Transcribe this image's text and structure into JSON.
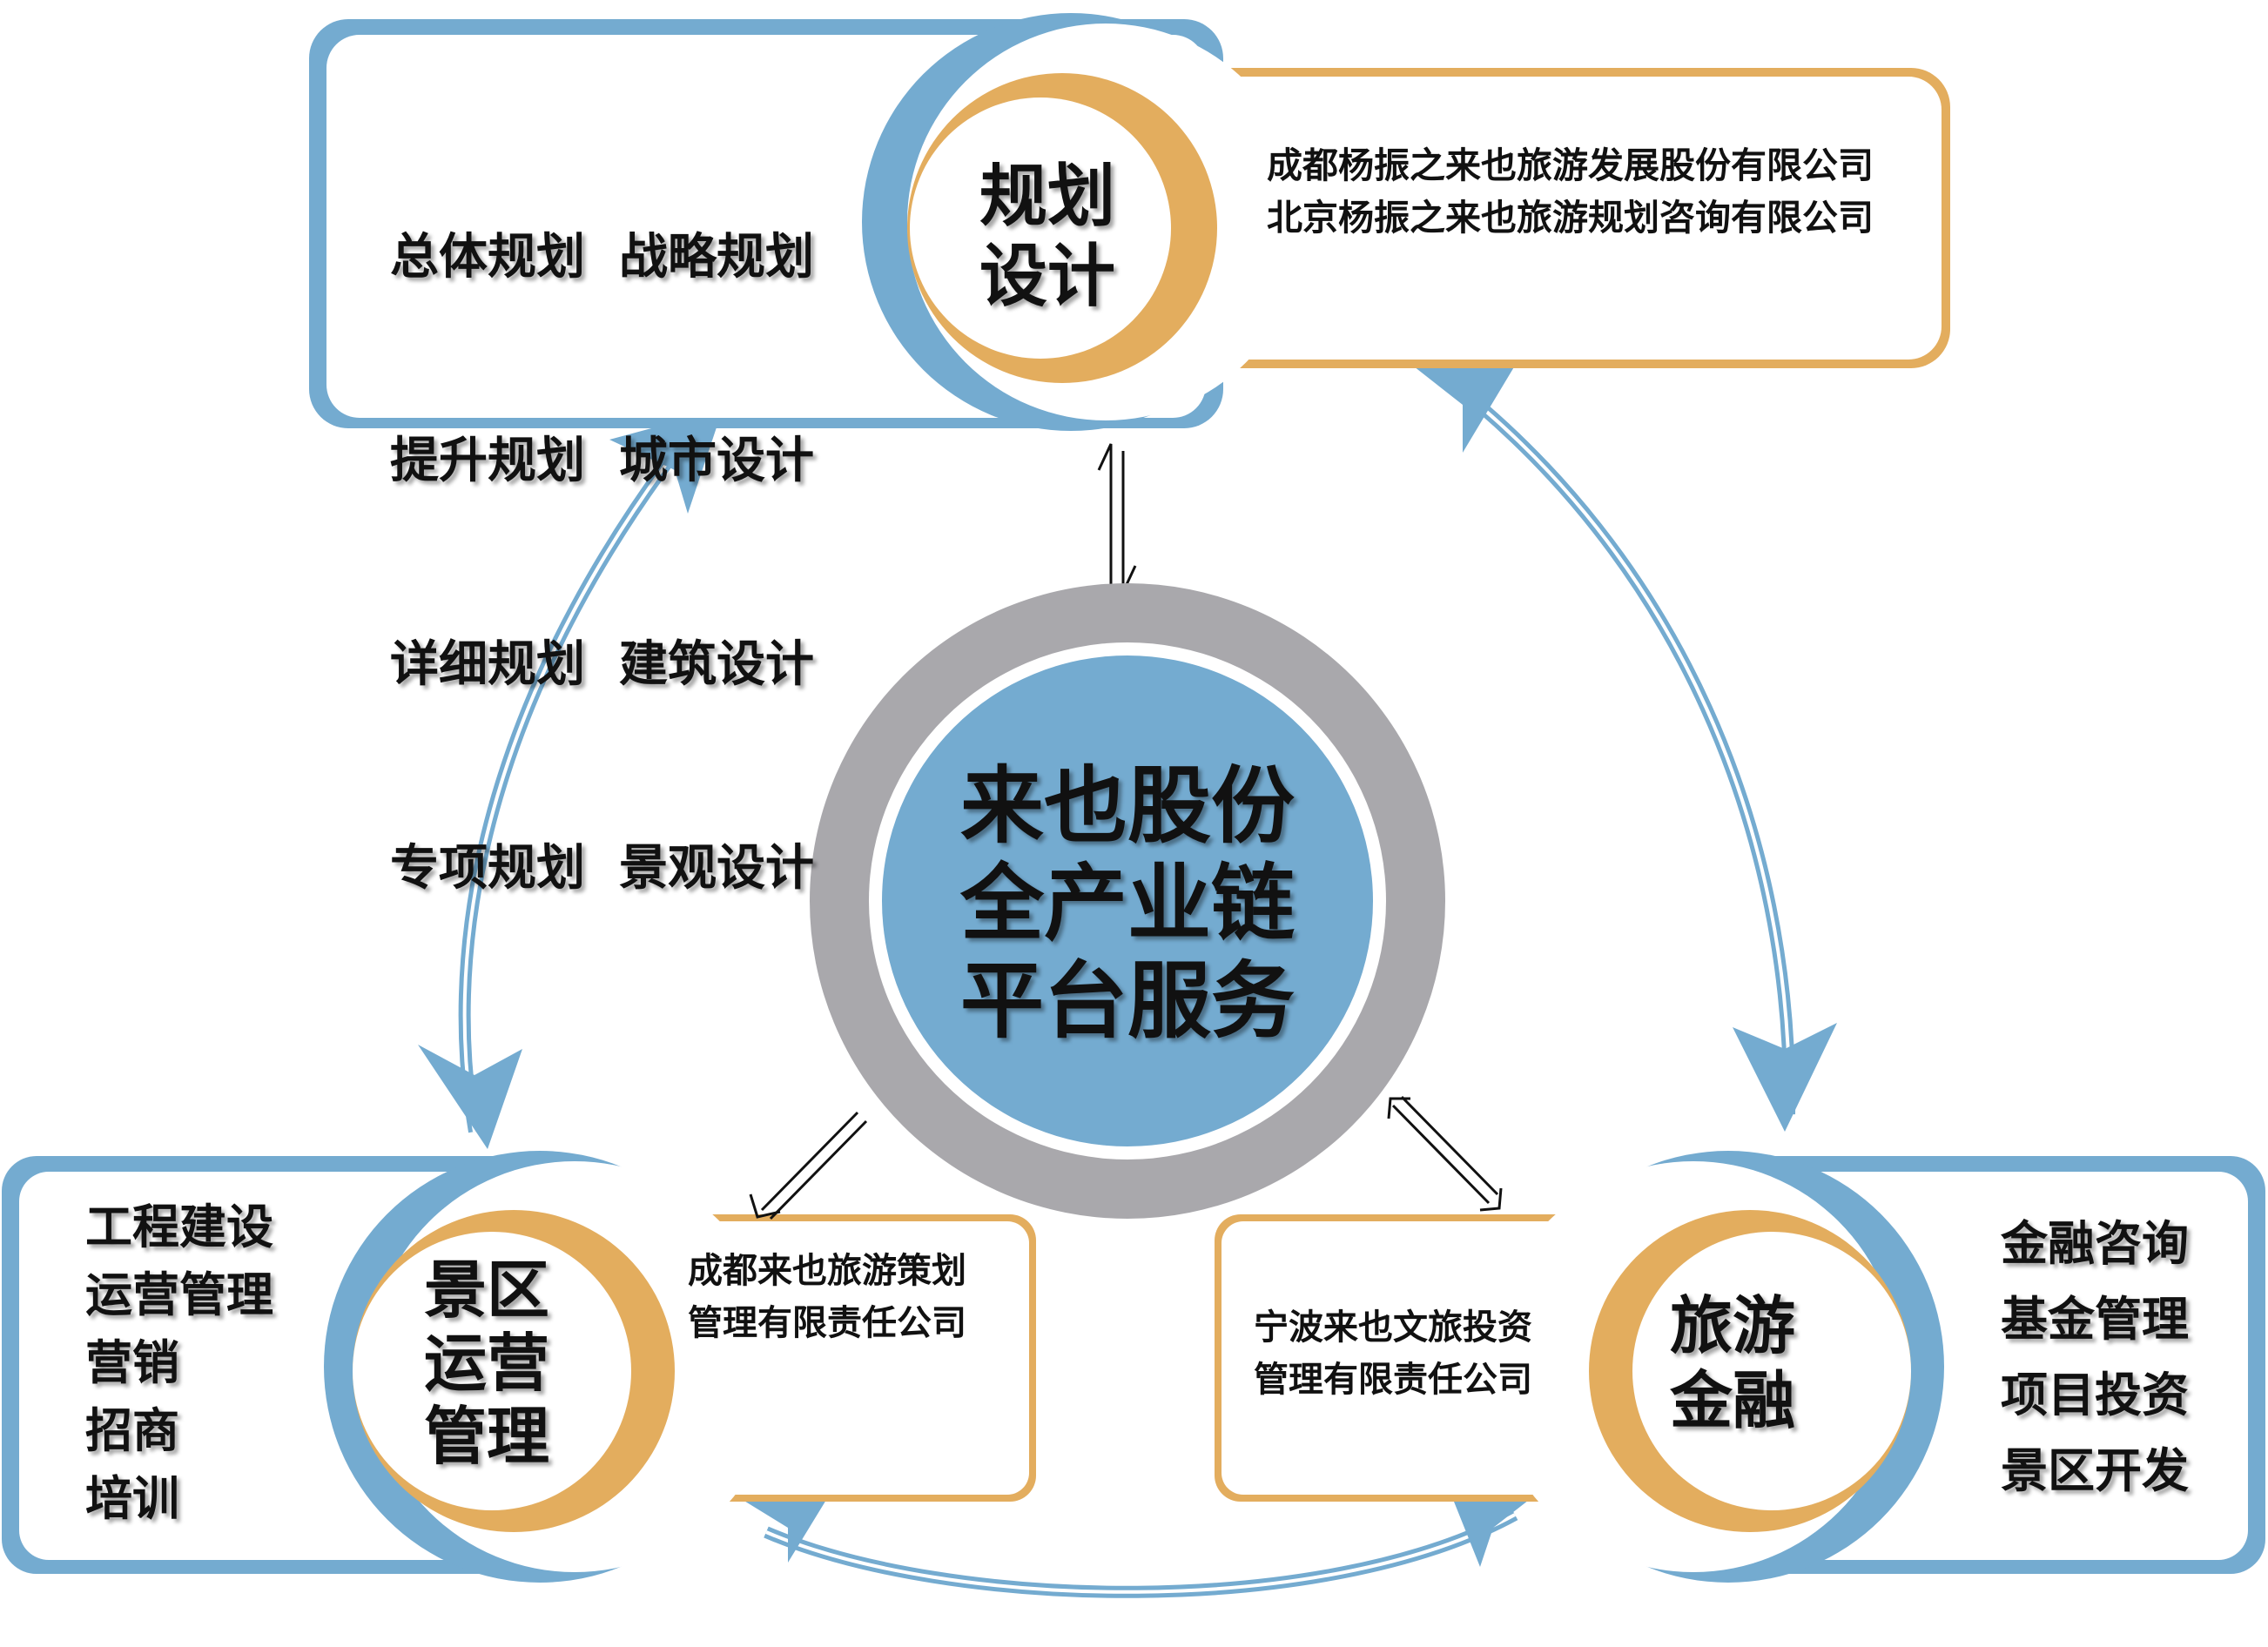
{
  "center": {
    "lines": [
      "来也股份",
      "全产业链",
      "平台服务"
    ]
  },
  "planning": {
    "title_lines": [
      "规划",
      "设计"
    ],
    "services": [
      "总体规划  战略规划",
      "提升规划  城市设计",
      "详细规划  建筑设计",
      "专项规划  景观设计"
    ],
    "companies": [
      "成都杨振之来也旅游发展股份有限公司",
      "北京杨振之来也旅游规划咨询有限公司"
    ]
  },
  "operation": {
    "title_lines": [
      "景区",
      "运营",
      "管理"
    ],
    "services": [
      "工程建设",
      "运营管理",
      "营销",
      "招商",
      "培训"
    ],
    "companies": [
      "成都来也旅游策划",
      "管理有限责任公司"
    ]
  },
  "finance": {
    "title_lines": [
      "旅游",
      "金融"
    ],
    "services": [
      "金融咨询",
      "基金管理",
      "项目投资",
      "景区开发"
    ],
    "companies": [
      "宁波来也文旅投资",
      "管理有限责任公司"
    ]
  },
  "colors": {
    "blue": "#74abd0",
    "gold": "#e3ad5e",
    "gray": "#a9a8ac",
    "text": "#111111"
  }
}
